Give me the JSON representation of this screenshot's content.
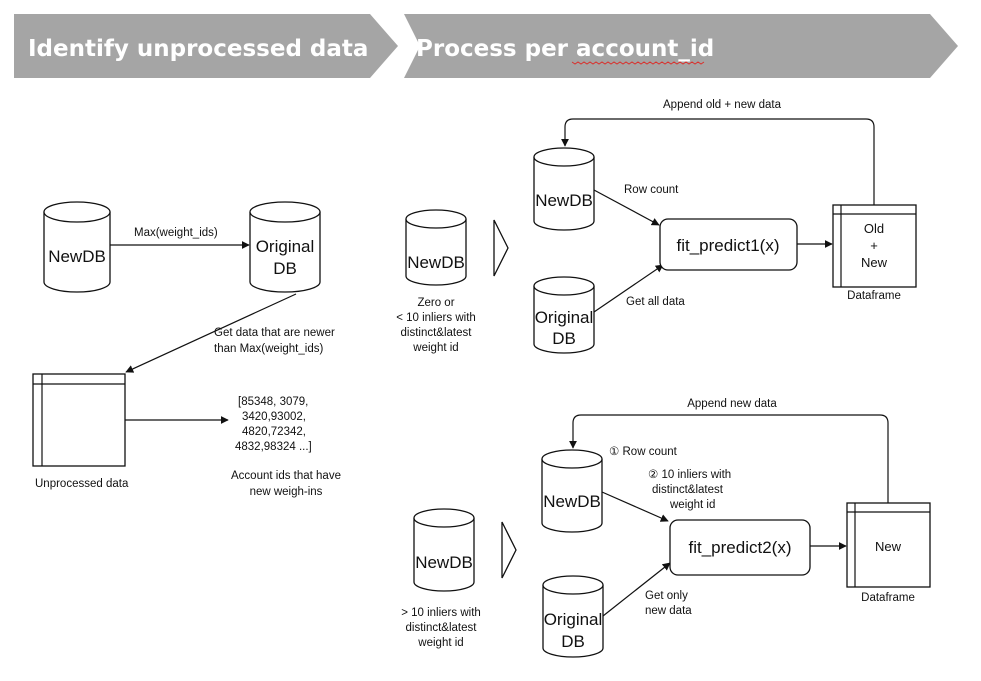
{
  "colors": {
    "banner": "#a5a5a5",
    "banner_text": "#ffffff",
    "stroke": "#111111",
    "squiggle": "#d9302c"
  },
  "banners": [
    {
      "id": "identify",
      "label": "Identify unprocessed data"
    },
    {
      "id": "process",
      "label": "Process per account_id"
    }
  ],
  "identify": {
    "newdb": "NewDB",
    "originaldb": [
      "Original",
      "DB"
    ],
    "max_label": "Max(weight_ids)",
    "get_newer": [
      "Get data that are newer",
      "than Max(weight_ids)"
    ],
    "unprocessed_label": "Unprocessed data",
    "ids_list": [
      "[85348, 3079,",
      "3420,93002,",
      "4820,72342,",
      "4832,98324 ...]"
    ],
    "ids_caption": [
      "Account ids that have",
      "new weigh-ins"
    ]
  },
  "case1": {
    "source_db": "NewDB",
    "source_caption": [
      "Zero or",
      "< 10 inliers with",
      "distinct&latest",
      "weight id"
    ],
    "append_label": "Append old + new data",
    "newdb": "NewDB",
    "originaldb": [
      "Original",
      "DB"
    ],
    "row_count": "Row count",
    "get_all": "Get all data",
    "fn": "fit_predict1(x)",
    "df_lines": [
      "Old",
      "+",
      "New"
    ],
    "df_caption": "Dataframe"
  },
  "case2": {
    "source_db": "NewDB",
    "source_caption": [
      "> 10 inliers with",
      "distinct&latest",
      "weight id"
    ],
    "append_label": "Append new data",
    "newdb": "NewDB",
    "originaldb": [
      "Original",
      "DB"
    ],
    "row_count": "① Row count",
    "inliers": [
      "② 10 inliers with",
      "distinct&latest",
      "weight id"
    ],
    "get_only": [
      "Get only",
      "new data"
    ],
    "fn": "fit_predict2(x)",
    "df_lines": [
      "New"
    ],
    "df_caption": "Dataframe"
  }
}
